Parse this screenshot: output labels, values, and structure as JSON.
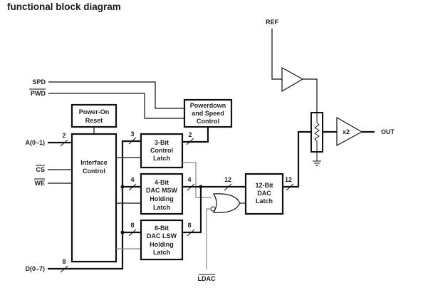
{
  "title": "functional block diagram",
  "signals": {
    "spd": "SPD",
    "pwd": "PWD",
    "a": "A(0–1)",
    "cs": "CS",
    "we": "WE",
    "d": "D(0–7)",
    "ldac": "LDAC",
    "ref": "REF",
    "out": "OUT"
  },
  "blocks": {
    "power_on_reset": [
      "Power-On",
      "Reset"
    ],
    "interface_control": [
      "Interface",
      "Control"
    ],
    "control_latch": [
      "3-Bit",
      "Control",
      "Latch"
    ],
    "msw_latch": [
      "4-Bit",
      "DAC MSW",
      "Holding",
      "Latch"
    ],
    "lsw_latch": [
      "8-Bit",
      "DAC LSW",
      "Holding",
      "Latch"
    ],
    "powerdown": [
      "Powerdown",
      "and Speed",
      "Control"
    ],
    "dac_latch": [
      "12-Bit",
      "DAC",
      "Latch"
    ],
    "amp_gain": "x2"
  },
  "bus_widths": {
    "a_in": "2",
    "ctrl_in": "3",
    "ctrl_out": "2",
    "msw_in": "4",
    "msw_out": "4",
    "lsw_in": "8",
    "lsw_out": "8",
    "d_in": "8",
    "dac_in": "12",
    "dac_out": "12"
  }
}
